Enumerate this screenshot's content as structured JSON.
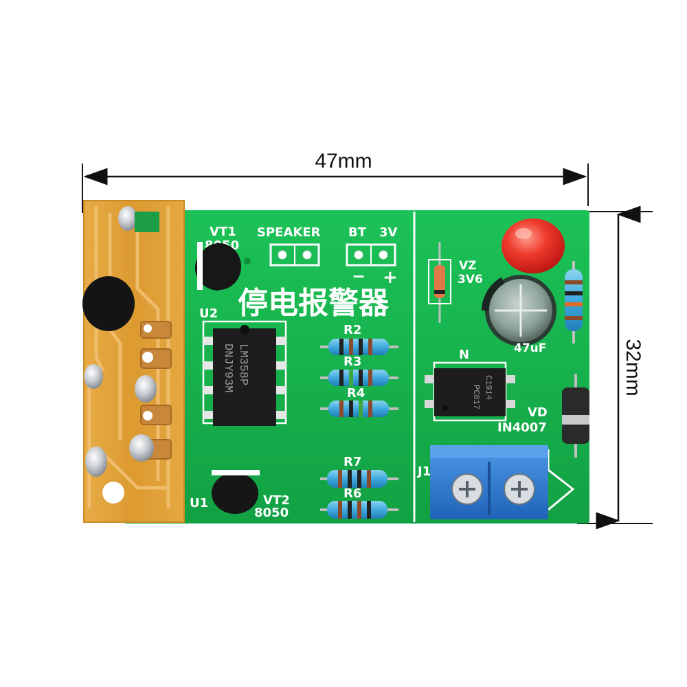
{
  "dimensions": {
    "width_label": "47mm",
    "height_label": "32mm"
  },
  "board": {
    "title": "停电报警器",
    "labels": {
      "vt1": "VT1",
      "vt1_part": "8050",
      "speaker": "SPEAKER",
      "bt": "BT",
      "bt_voltage": "3V",
      "bt_minus": "−",
      "bt_plus": "+",
      "u2": "U2",
      "chip_line1": "LM358P",
      "chip_line2": "DNJY93M",
      "r2": "R2",
      "r3": "R3",
      "r4": "R4",
      "r7": "R7",
      "r6": "R6",
      "u1": "U1",
      "vt2": "VT2",
      "vt2_part": "8050",
      "vz": "VZ",
      "vz_value": "3V6",
      "cap_value": "47uF",
      "n": "N",
      "opto_line1": "C1914",
      "opto_line2": "PC817",
      "vd": "VD",
      "vd_part": "IN4007",
      "j1": "J1"
    }
  },
  "colors": {
    "pcb_green": "#16b34a",
    "flex_board": "#e0a23a",
    "terminal_blue": "#2f7fd6",
    "led_red": "#e82a20"
  }
}
